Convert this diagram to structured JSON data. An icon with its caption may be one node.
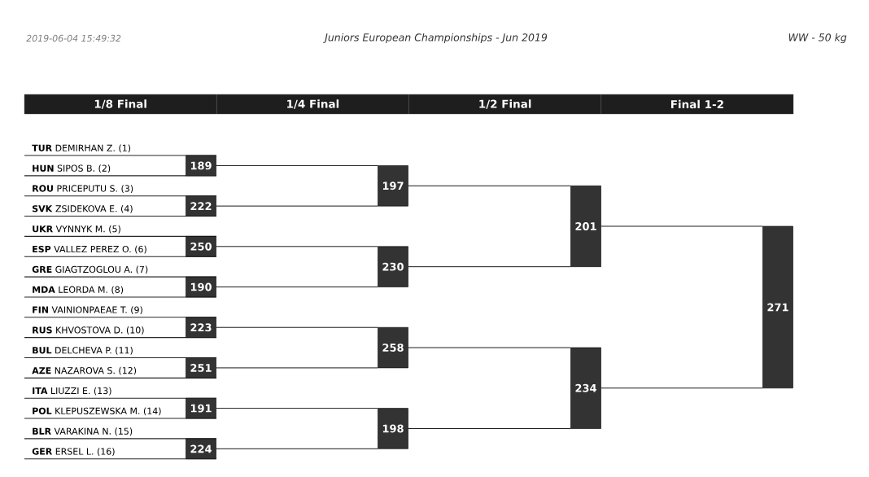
{
  "diagram": {
    "nodes": [
      {
        "text": [
          "**TUR** DEMIRHAN Z. (1)"
        ]
      },
      {
        "text": [
          "**HUN** SIPOS B. (2)"
        ]
      },
      {
        "text": [
          "**ROU** PRICEPUTU S. (3)"
        ]
      },
      {
        "text": [
          "**SVK** ZSIDEKOVA E. (4)"
        ]
      },
      {
        "text": [
          "**UKR** VYNNYK M. (5)"
        ]
      },
      {
        "text": [
          "**ESP** VALLEZ PEREZ O. (6)"
        ]
      },
      {
        "text": [
          "**GRE** GIAGTZOGLOU A. (7)"
        ]
      },
      {
        "text": [
          "**MDA** LEORDA M. (8)"
        ]
      },
      {
        "text": [
          "**FIN** VAINIONPAEAE T. (9)"
        ]
      },
      {
        "text": [
          "**RUS** KHVOSTOVA D. (10)"
        ]
      },
      {
        "text": [
          "**BUL** DELCHEVA P. (11)"
        ]
      },
      {
        "text": [
          "**AZE** NAZAROVA S. (12)"
        ]
      },
      {
        "text": [
          "**ITA** LIUZZI E. (13)"
        ]
      },
      {
        "text": [
          "**POL** KLEPUSZEWSKA M. (14)"
        ]
      },
      {
        "text": [
          "**BLR** VARAKINA N. (15)"
        ]
      },
      {
        "text": [
          "**GER** ERSEL L. (16)"
        ]
      },
      {
        "text": [
          "189"
        ]
      },
      {
        "text": [
          "222"
        ]
      },
      {
        "text": [
          "250"
        ]
      },
      {
        "text": [
          "190"
        ]
      },
      {
        "text": [
          "223"
        ]
      },
      {
        "text": [
          "251"
        ]
      },
      {
        "text": [
          "191"
        ]
      },
      {
        "text": [
          "224"
        ]
      },
      {
        "text": [
          "197"
        ]
      },
      {
        "text": [
          "230"
        ]
      },
      {
        "text": [
          "258"
        ]
      },
      {
        "text": [
          "198"
        ]
      },
      {
        "text": [
          "201"
        ]
      },
      {
        "text": [
          "234"
        ]
      },
      {
        "text": [
          "271"
        ]
      }
    ],
    "edges": [
      {
        "from": 16,
        "to": 24,
        "arrow": "none"
      },
      {
        "from": 17,
        "to": 24,
        "arrow": "none"
      },
      {
        "from": 18,
        "to": 25,
        "arrow": "none"
      },
      {
        "from": 19,
        "to": 25,
        "arrow": "none"
      },
      {
        "from": 20,
        "to": 26,
        "arrow": "none"
      },
      {
        "from": 21,
        "to": 26,
        "arrow": "none"
      },
      {
        "from": 22,
        "to": 27,
        "arrow": "none"
      },
      {
        "from": 23,
        "to": 27,
        "arrow": "none"
      },
      {
        "from": 24,
        "to": 28,
        "arrow": "none"
      },
      {
        "from": 25,
        "to": 28,
        "arrow": "none"
      },
      {
        "from": 26,
        "to": 29,
        "arrow": "none"
      },
      {
        "from": 27,
        "to": 29,
        "arrow": "none"
      },
      {
        "from": 28,
        "to": 30,
        "arrow": "none"
      },
      {
        "from": 29,
        "to": 30,
        "arrow": "none"
      }
    ],
    "labels": [
      "2019-06-04 15:49:32",
      "Juniors European Championships - Jun 2019",
      "WW - 50 kg",
      "1/8 Final",
      "1/4 Final",
      "1/2 Final",
      "Final 1-2"
    ]
  }
}
